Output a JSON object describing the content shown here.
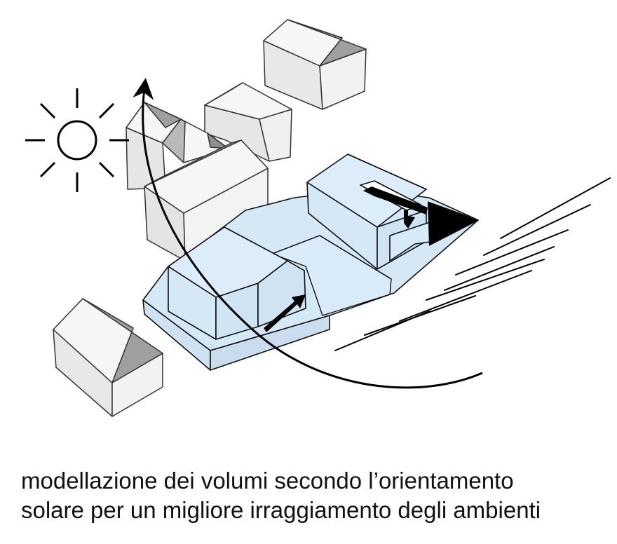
{
  "caption": {
    "line1": "modellazione dei volumi secondo l’orientamento",
    "line2": "solare per un migliore irraggiamento degli ambienti"
  },
  "colors": {
    "project_fill": "#d5e8f6",
    "project_stroke": "#111111",
    "context_roof_light": "#f3f3f3",
    "context_wall": "#e6e6e6",
    "context_roof_dark": "#9e9e9e",
    "ink": "#000000"
  },
  "icons": [
    "sun-icon",
    "sun-path-arrow",
    "airflow-arrow",
    "wind-lines"
  ]
}
